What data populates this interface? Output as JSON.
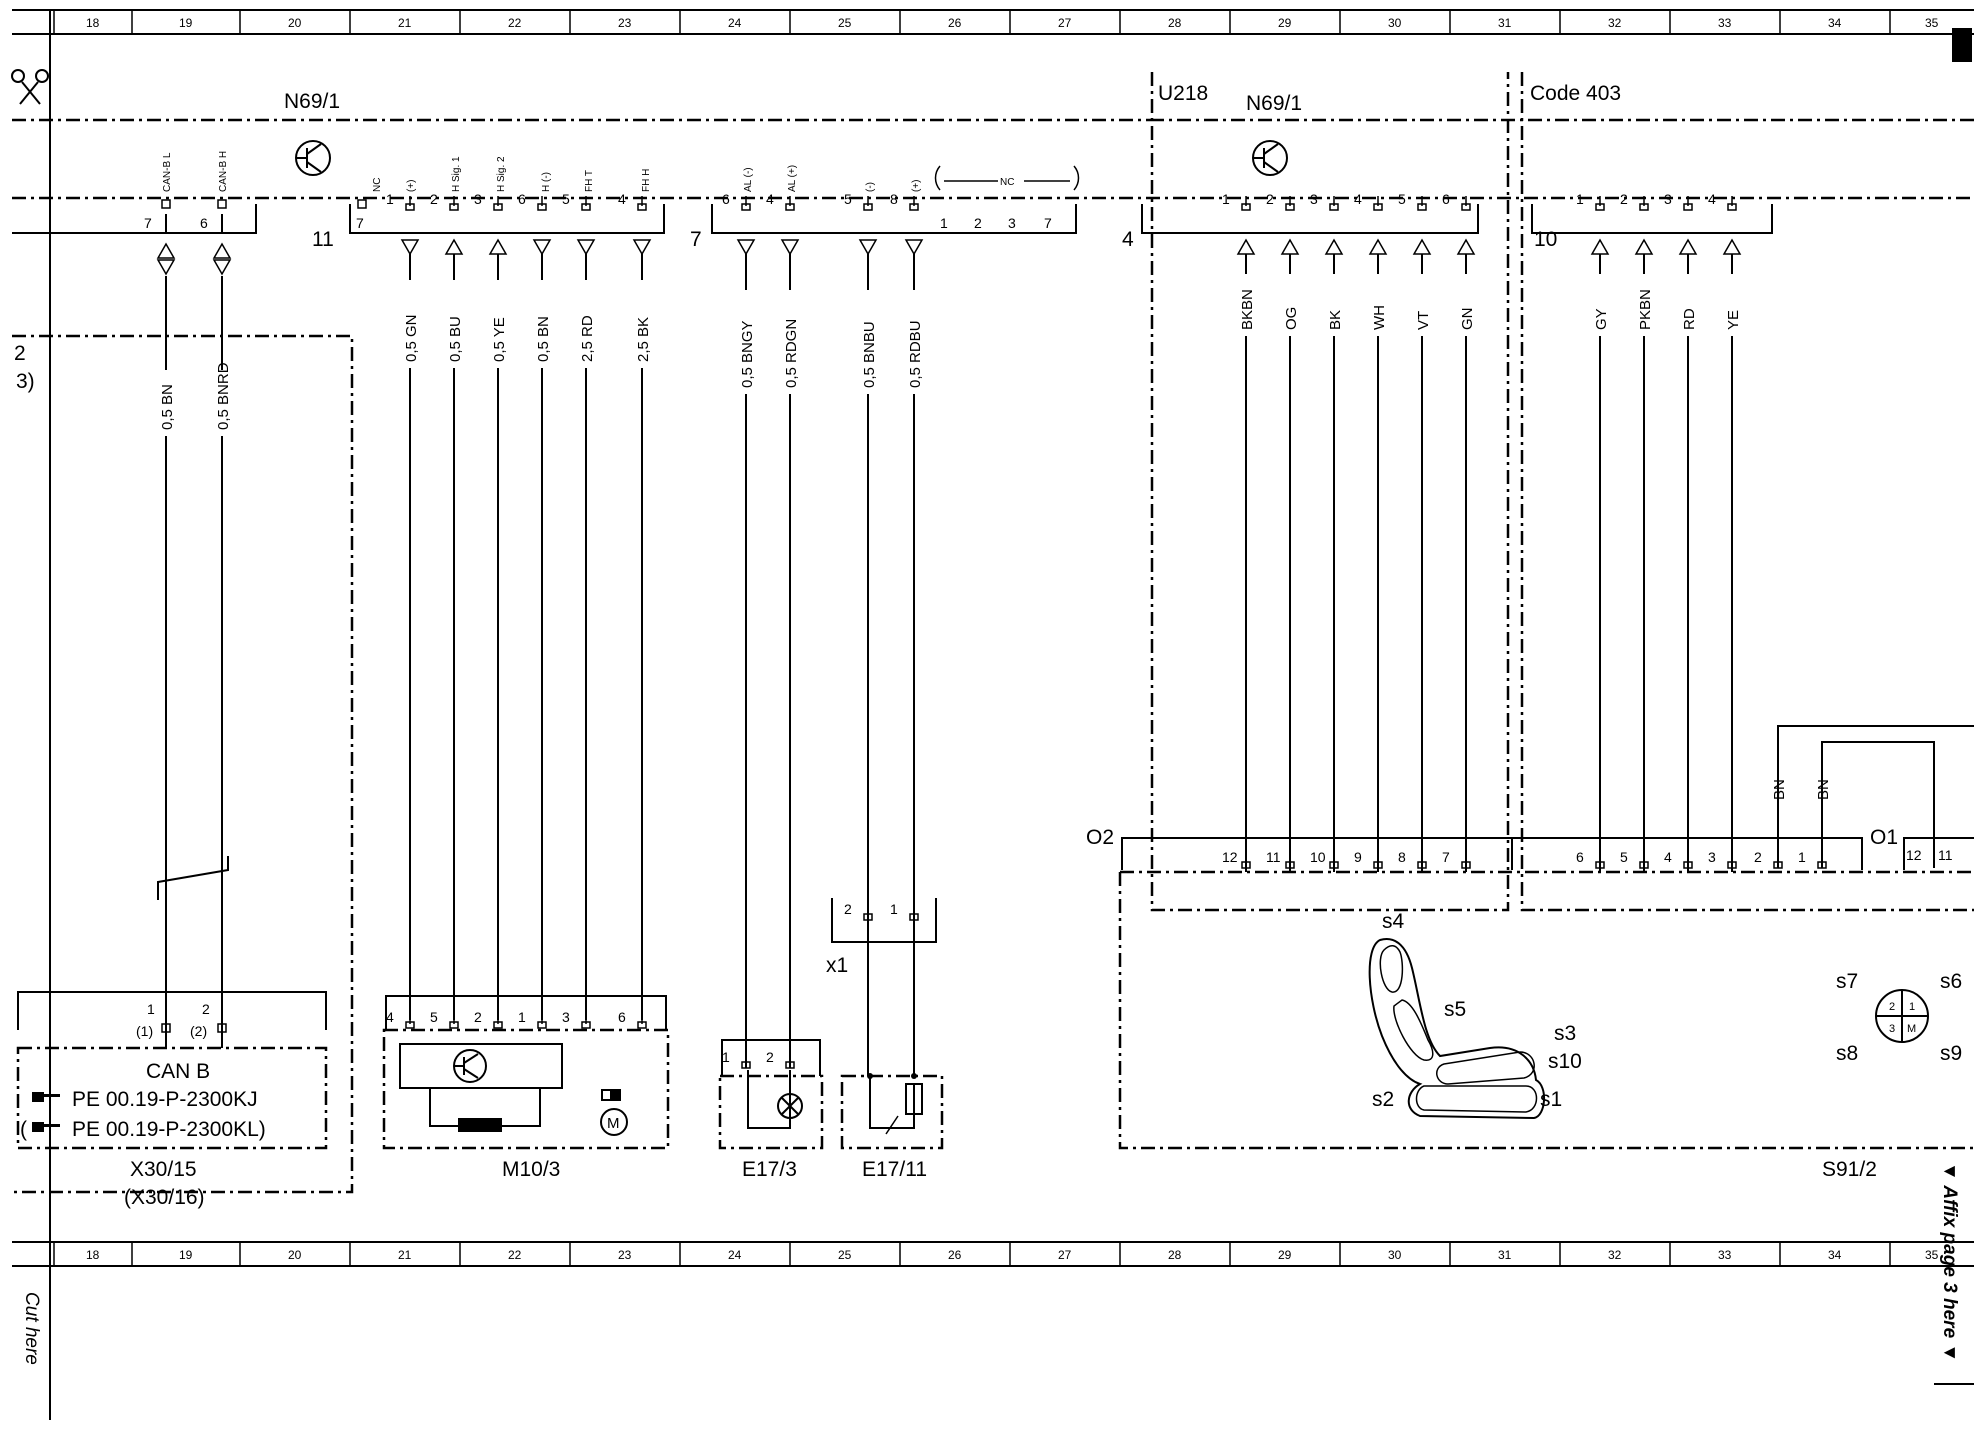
{
  "ruler": {
    "numbers": [
      "18",
      "19",
      "20",
      "21",
      "22",
      "23",
      "24",
      "25",
      "26",
      "27",
      "28",
      "29",
      "30",
      "31",
      "32",
      "33",
      "34",
      "35"
    ]
  },
  "labels": {
    "n69_left": "N69/1",
    "u218": "U218",
    "n69_right": "N69/1",
    "code403": "Code 403",
    "conn_left_pin_count": "11",
    "conn_mid_pin_count": "7",
    "conn_u218_count": "4",
    "conn_code403_count": "10",
    "o2": "O2",
    "o1": "O1",
    "note_2": "2",
    "note_3": "3)",
    "can_b": "CAN B",
    "pe_ref_1": "PE 00.19-P-2300KJ",
    "pe_ref_2": "PE 00.19-P-2300KL)",
    "x30_15": "X30/15",
    "x30_16": "(X30/16)",
    "m10_3": "M10/3",
    "e17_3": "E17/3",
    "e17_11": "E17/11",
    "x1": "x1",
    "s91_2": "S91/2",
    "cut_here": "Cut here",
    "affix": "▼ Affix page 3 here ▼"
  },
  "signals": {
    "can_l": "CAN-B L",
    "can_h": "CAN-B H",
    "nc": "NC",
    "plus": "(+)",
    "minus": "(-)",
    "hsig1": "H Sig. 1",
    "hsig2": "H Sig. 2",
    "hminus": "H (-)",
    "fht": "FH T",
    "fhh": "FH H",
    "al_minus": "AL (-)",
    "al_plus": "AL (+)"
  },
  "can_pins": {
    "l": "7",
    "h": "6",
    "x_l": "1",
    "x_h": "2",
    "x_l_alt": "(1)",
    "x_h_alt": "(2)"
  },
  "wires_can": [
    {
      "pin": "7",
      "label": "0,5 BN"
    },
    {
      "pin": "6",
      "label": "0,5 BNRD"
    }
  ],
  "wires_m10": [
    {
      "pin": "1",
      "label": "0,5 GN",
      "mpin": "4"
    },
    {
      "pin": "2",
      "label": "0,5 BU",
      "mpin": "5"
    },
    {
      "pin": "3",
      "label": "0,5 YE",
      "mpin": "2"
    },
    {
      "pin": "6",
      "label": "0,5 BN",
      "mpin": "1"
    },
    {
      "pin": "5",
      "label": "2,5 RD",
      "mpin": "3"
    },
    {
      "pin": "4",
      "label": "2,5 BK",
      "mpin": "6"
    }
  ],
  "wires_e17": [
    {
      "pin": "6",
      "label": "0,5 BNGY",
      "epin": "1"
    },
    {
      "pin": "4",
      "label": "0,5 RDGN",
      "epin": "2"
    },
    {
      "pin": "5",
      "label": "0,5 BNBU",
      "epin": "2"
    },
    {
      "pin": "8",
      "label": "0,5 RDBU",
      "epin": "1"
    }
  ],
  "mid_extra_pins": [
    "1",
    "2",
    "3",
    "7"
  ],
  "wires_u218": [
    {
      "pin": "1",
      "label": "BKBN",
      "opin": "12"
    },
    {
      "pin": "2",
      "label": "OG",
      "opin": "11"
    },
    {
      "pin": "3",
      "label": "BK",
      "opin": "10"
    },
    {
      "pin": "4",
      "label": "WH",
      "opin": "9"
    },
    {
      "pin": "5",
      "label": "VT",
      "opin": "8"
    },
    {
      "pin": "6",
      "label": "GN",
      "opin": "7"
    }
  ],
  "wires_code403": [
    {
      "pin": "1",
      "label": "GY",
      "opin": "6"
    },
    {
      "pin": "2",
      "label": "PKBN",
      "opin": "5"
    },
    {
      "pin": "3",
      "label": "RD",
      "opin": "4"
    },
    {
      "pin": "4",
      "label": "YE",
      "opin": "3"
    }
  ],
  "bn_wires": [
    {
      "label": "BN",
      "opin": "2"
    },
    {
      "label": "BN",
      "opin": "1"
    }
  ],
  "o1_pins": [
    "12",
    "11"
  ],
  "seat_labels": {
    "s1": "s1",
    "s2": "s2",
    "s3": "s3",
    "s4": "s4",
    "s5": "s5",
    "s10": "s10"
  },
  "switch_labels": {
    "s6": "s6",
    "s7": "s7",
    "s8": "s8",
    "s9": "s9",
    "q1": "1",
    "q2": "2",
    "q3": "3",
    "qm": "M"
  }
}
